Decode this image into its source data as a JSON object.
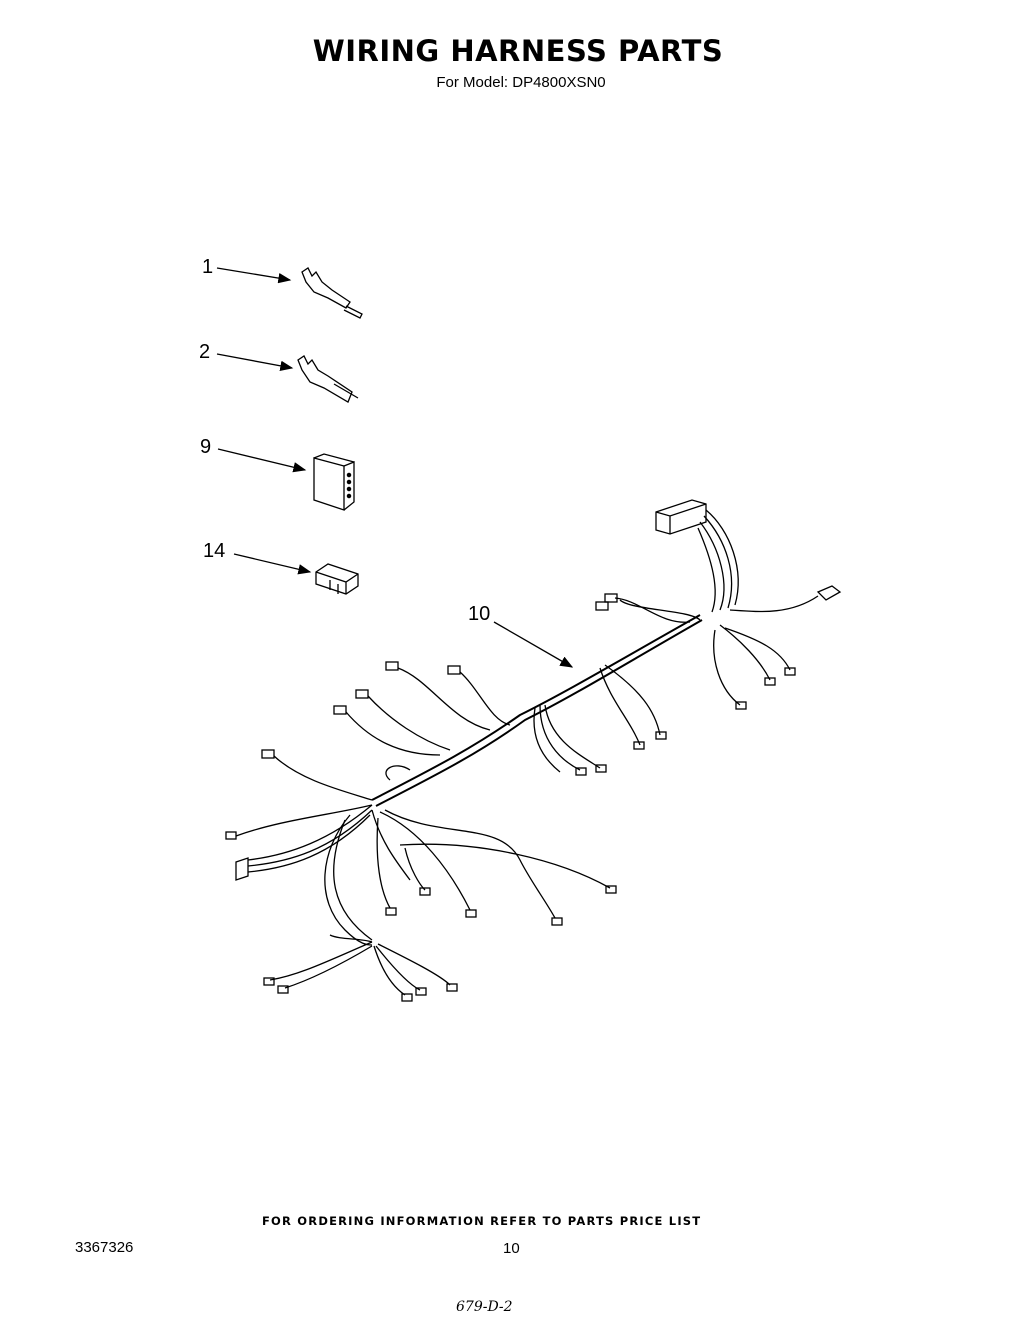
{
  "header": {
    "title": "WIRING HARNESS PARTS",
    "subtitle": "For Model: DP4800XSN0"
  },
  "diagram": {
    "callouts": [
      {
        "number": "1",
        "part": "terminal"
      },
      {
        "number": "2",
        "part": "terminal"
      },
      {
        "number": "9",
        "part": "connector-block"
      },
      {
        "number": "14",
        "part": "connector-housing"
      },
      {
        "number": "10",
        "part": "wiring-harness"
      }
    ]
  },
  "footer": {
    "ordering_note": "FOR ORDERING INFORMATION REFER TO PARTS PRICE LIST",
    "document_number": "3367326",
    "page_number": "10",
    "handwritten_code": "679-D-2"
  }
}
